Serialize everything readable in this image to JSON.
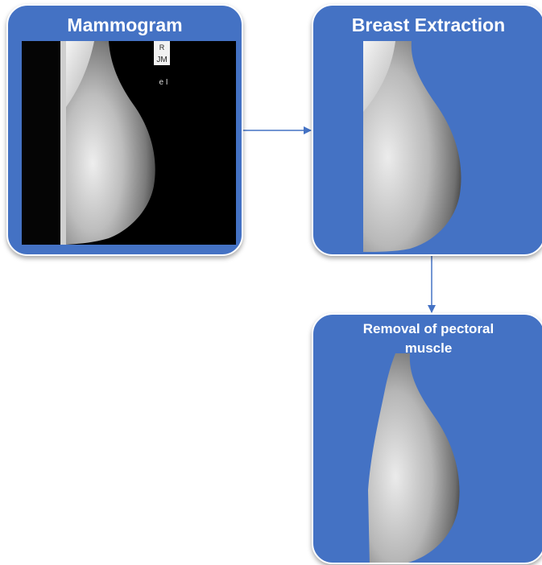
{
  "boxes": [
    {
      "title": "Mammogram"
    },
    {
      "title": "Breast Extraction"
    },
    {
      "title": "Removal of pectoral muscle"
    }
  ],
  "mammogram_labels": {
    "line1": "R",
    "line2": "JM",
    "line3": "e I"
  },
  "colors": {
    "box_fill": "#4472c4",
    "box_border": "#ffffff",
    "arrow": "#4472c4",
    "title_text": "#ffffff"
  },
  "connections": [
    {
      "from": "Mammogram",
      "to": "Breast Extraction"
    },
    {
      "from": "Breast Extraction",
      "to": "Removal of pectoral muscle"
    }
  ]
}
